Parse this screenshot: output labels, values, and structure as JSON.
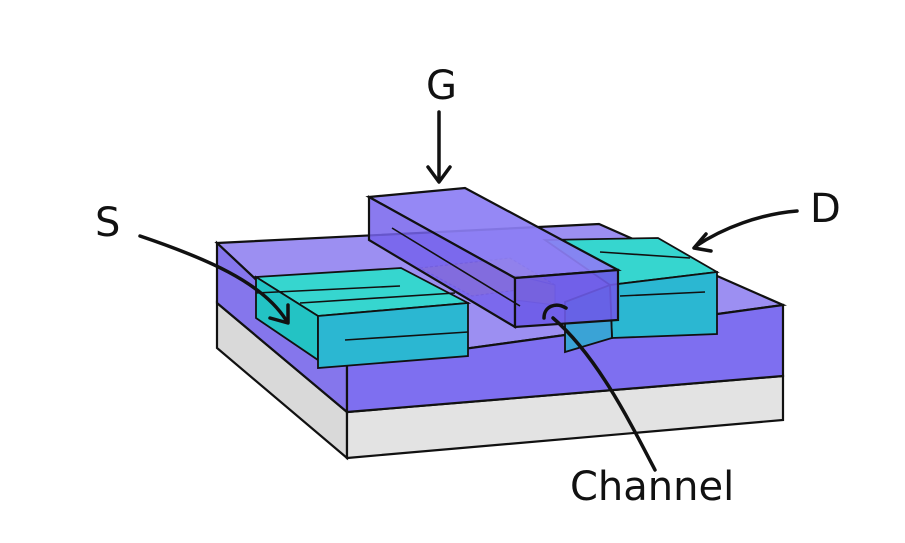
{
  "labels": {
    "gate": "G",
    "source": "S",
    "drain": "D",
    "channel": "Channel"
  },
  "colors": {
    "background": "#ffffff",
    "substrate_top": "#ededed",
    "substrate_front": "#dcdcdc",
    "oxide": "#8b7cf0",
    "oxide_dark": "#7a6ae6",
    "source_drain": "#2fd4d0",
    "gate": "#7d6cf2",
    "channel": "#c79a8a",
    "outline": "#111111"
  },
  "icons": {
    "gate_arrow": "arrow-down-icon",
    "source_arrow": "curved-arrow-icon",
    "drain_arrow": "curved-arrow-icon",
    "channel_arrow": "curved-arrow-icon"
  }
}
